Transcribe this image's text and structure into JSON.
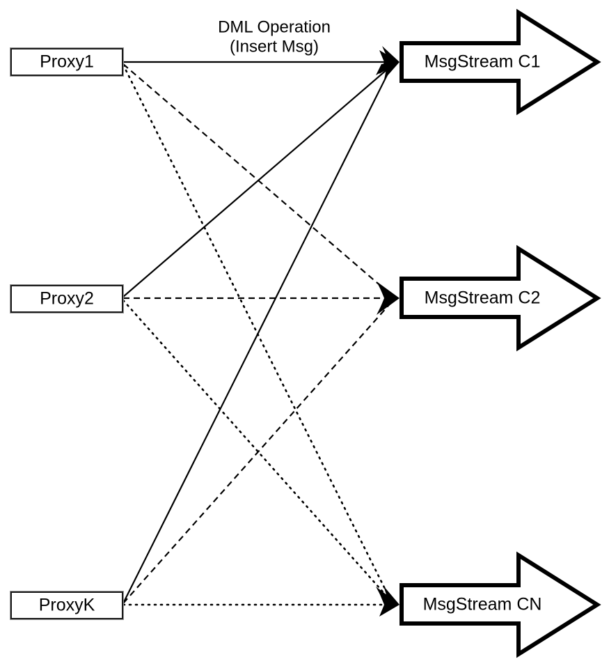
{
  "diagram": {
    "title": "DML Operation proxy to message stream fan-out",
    "background_color": "#ffffff",
    "line_color": "#000000",
    "proxies": [
      {
        "id": "proxy1",
        "label": "Proxy1"
      },
      {
        "id": "proxy2",
        "label": "Proxy2"
      },
      {
        "id": "proxyK",
        "label": "ProxyK"
      }
    ],
    "streams": [
      {
        "id": "c1",
        "label": "MsgStream C1"
      },
      {
        "id": "c2",
        "label": "MsgStream C2"
      },
      {
        "id": "cn",
        "label": "MsgStream CN"
      }
    ],
    "edge_label": {
      "line1": "DML Operation",
      "line2": "(Insert Msg)"
    },
    "edges": [
      {
        "from": "Proxy1",
        "to": "MsgStream C1",
        "style": "solid"
      },
      {
        "from": "Proxy1",
        "to": "MsgStream C2",
        "style": "dashed"
      },
      {
        "from": "Proxy1",
        "to": "MsgStream CN",
        "style": "dotted"
      },
      {
        "from": "Proxy2",
        "to": "MsgStream C1",
        "style": "solid"
      },
      {
        "from": "Proxy2",
        "to": "MsgStream C2",
        "style": "dashed"
      },
      {
        "from": "Proxy2",
        "to": "MsgStream CN",
        "style": "dotted"
      },
      {
        "from": "ProxyK",
        "to": "MsgStream C1",
        "style": "solid"
      },
      {
        "from": "ProxyK",
        "to": "MsgStream C2",
        "style": "dashed"
      },
      {
        "from": "ProxyK",
        "to": "MsgStream CN",
        "style": "dotted"
      }
    ]
  }
}
